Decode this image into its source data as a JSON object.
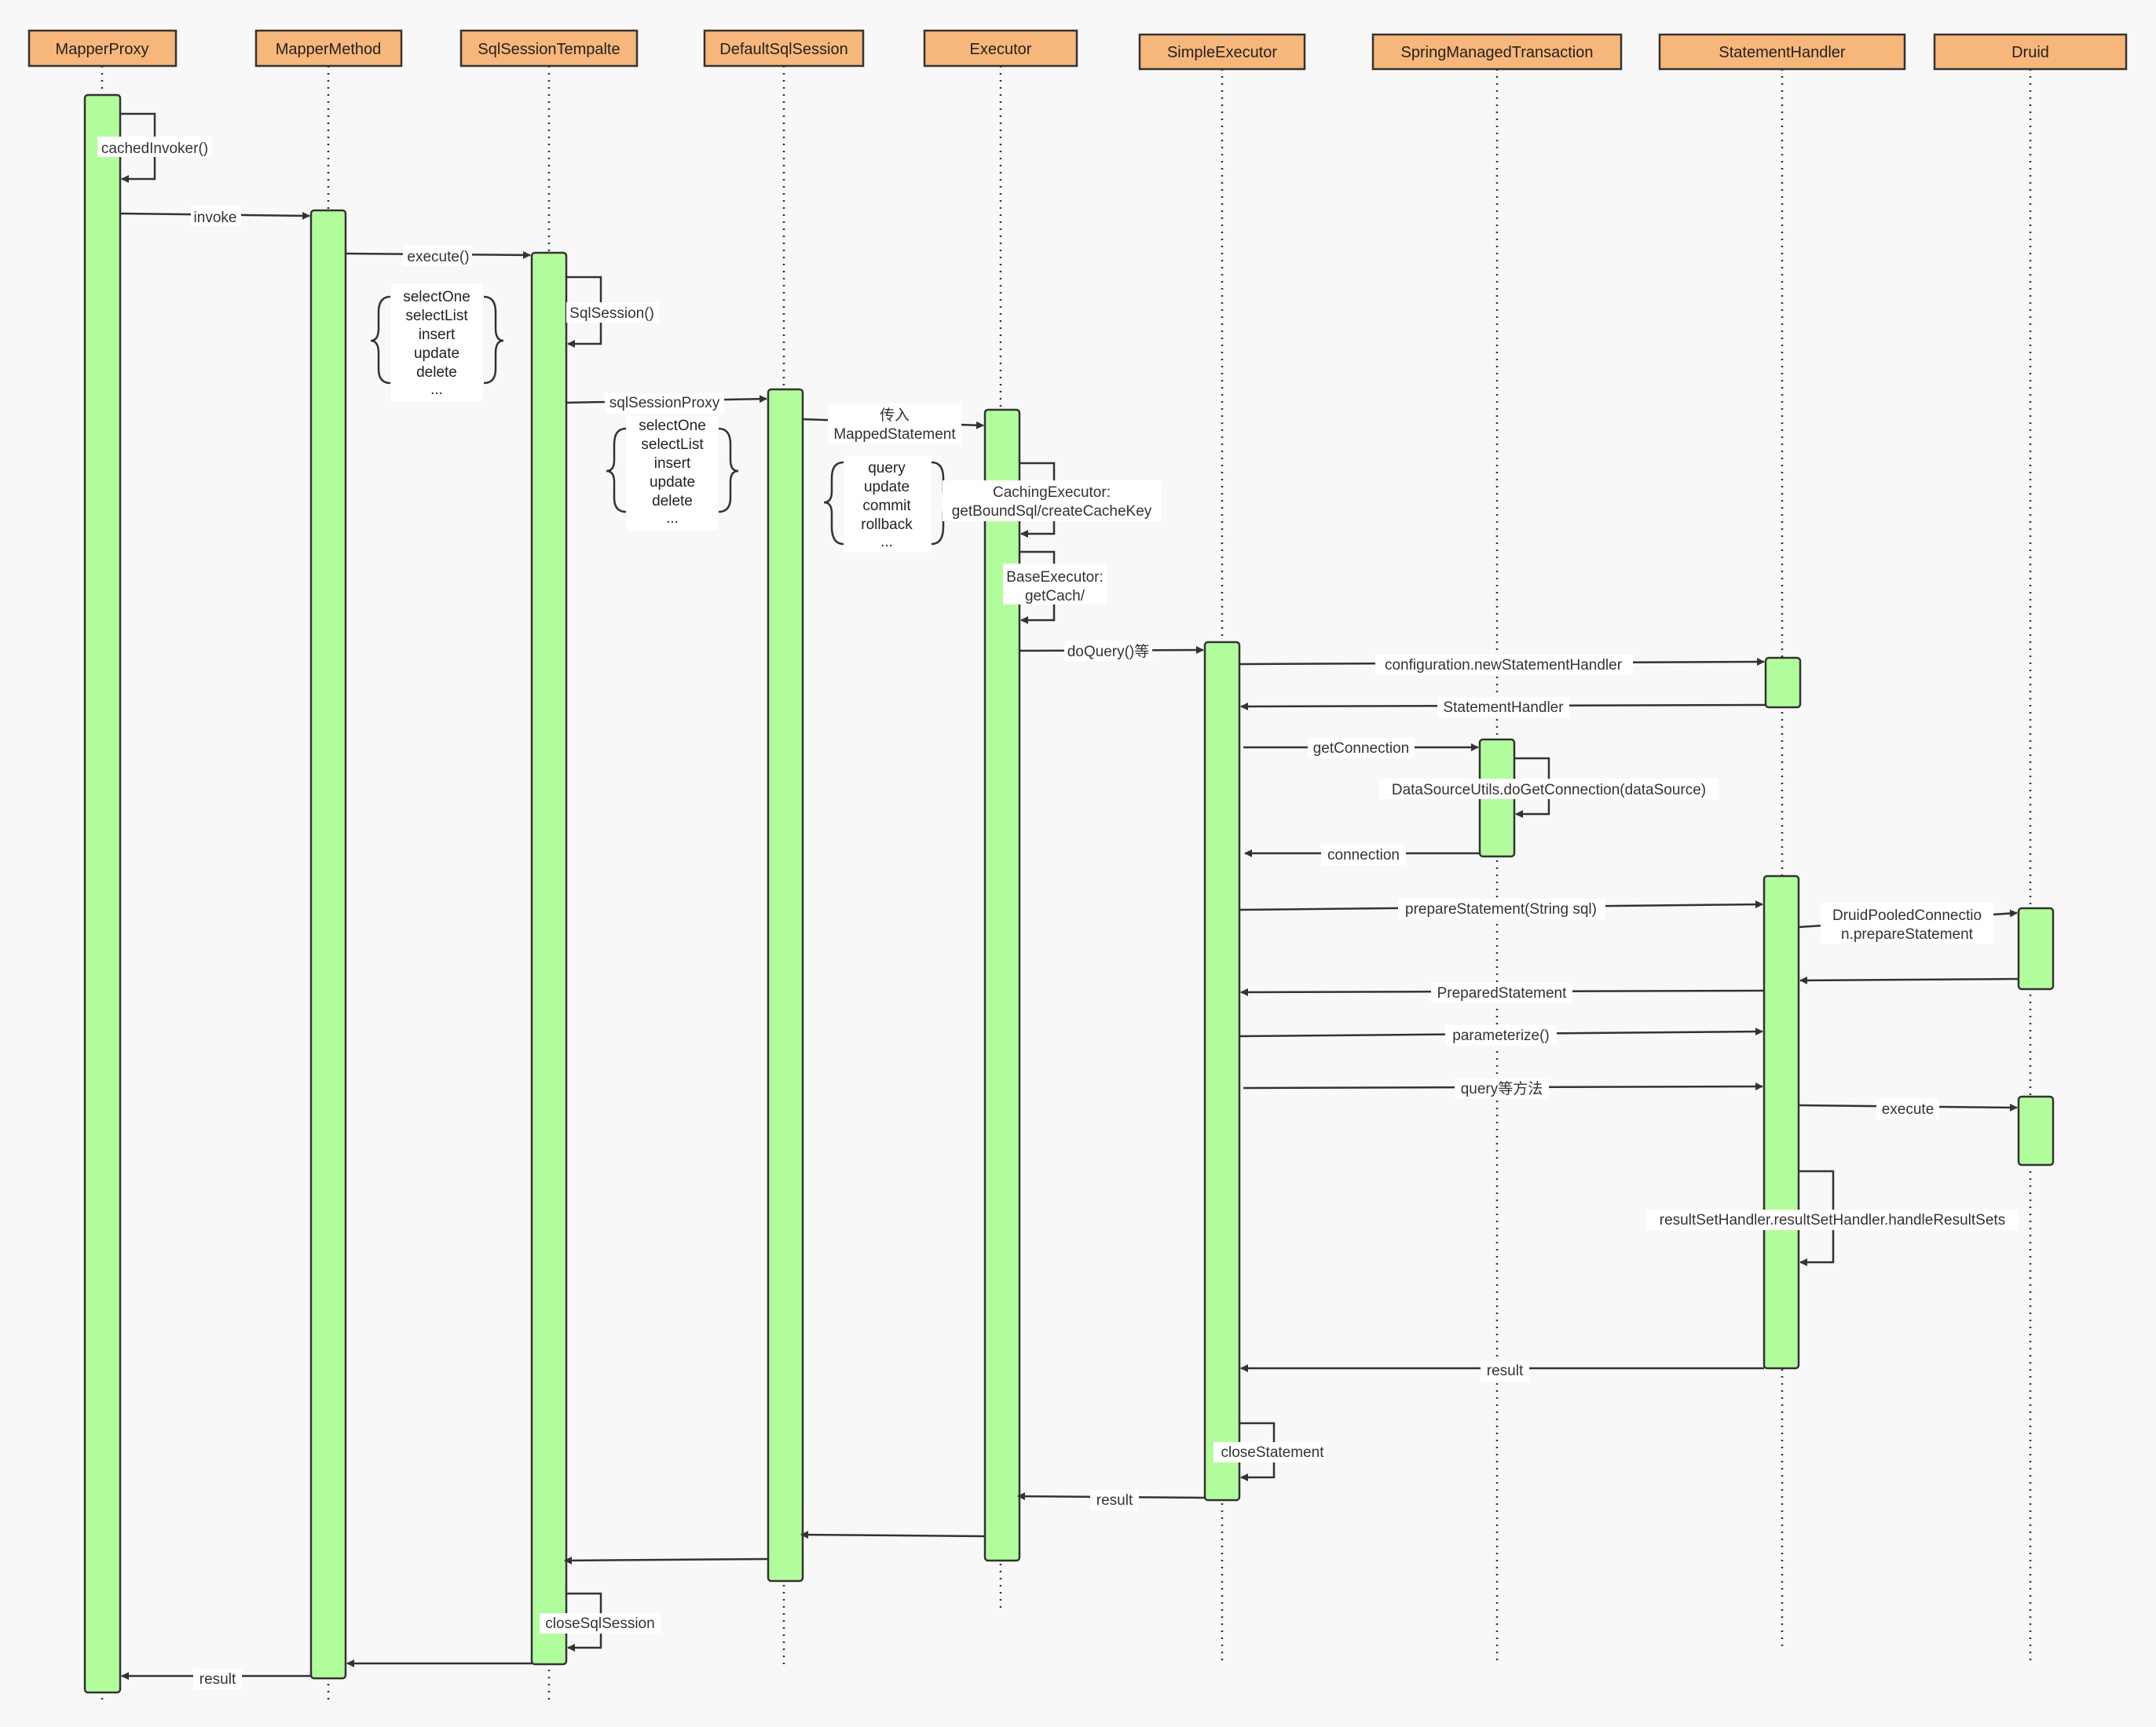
{
  "participants": [
    {
      "id": "MapperProxy",
      "label": "MapperProxy"
    },
    {
      "id": "MapperMethod",
      "label": "MapperMethod"
    },
    {
      "id": "SqlSessionTempalte",
      "label": "SqlSessionTempalte"
    },
    {
      "id": "DefaultSqlSession",
      "label": "DefaultSqlSession"
    },
    {
      "id": "Executor",
      "label": "Executor"
    },
    {
      "id": "SimpleExecutor",
      "label": "SimpleExecutor"
    },
    {
      "id": "SpringManagedTransaction",
      "label": "SpringManagedTransaction"
    },
    {
      "id": "StatementHandler",
      "label": "StatementHandler"
    },
    {
      "id": "Druid",
      "label": "Druid"
    }
  ],
  "messages": {
    "cachedInvoker": "cachedInvoker()",
    "invoke": "invoke",
    "execute": "execute()",
    "sqlSession": "SqlSession()",
    "sqlSessionProxy": "sqlSessionProxy",
    "passIn": [
      "传入",
      "MappedStatement"
    ],
    "cachingExecutor": [
      "CachingExecutor:",
      "getBoundSql/createCacheKey"
    ],
    "baseExecutor": [
      "BaseExecutor:",
      "getCach/"
    ],
    "doQuery": "doQuery()等",
    "newStatementHandler": "configuration.newStatementHandler",
    "statementHandlerReturn": "StatementHandler",
    "getConnection": "getConnection",
    "doGetConnection": "DataSourceUtils.doGetConnection(dataSource)",
    "connection": "connection",
    "prepareStatement": "prepareStatement(String sql)",
    "druidPrepare": [
      "DruidPooledConnectio",
      "n.prepareStatement"
    ],
    "preparedStatement": "PreparedStatement",
    "parameterize": "parameterize()",
    "queryMethods": "query等方法",
    "execute2": "execute",
    "handleResultSets": "resultSetHandler.resultSetHandler.handleResultSets",
    "result": "result",
    "closeStatement": "closeStatement",
    "closeSqlSession": "closeSqlSession"
  },
  "notes": {
    "templateMethods": [
      "selectOne",
      "selectList",
      "insert",
      "update",
      "delete",
      "..."
    ],
    "sessionMethods": [
      "selectOne",
      "selectList",
      "insert",
      "update",
      "delete",
      "..."
    ],
    "executorMethods": [
      "query",
      "update",
      "commit",
      "rollback",
      "..."
    ]
  }
}
